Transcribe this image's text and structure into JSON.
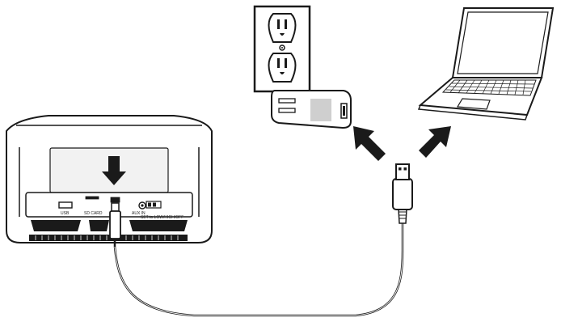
{
  "speaker": {
    "port_labels": {
      "usb": "USB",
      "sd_card": "SD CARD",
      "aux_in": "AUX IN",
      "mode": "SET to LOW/HIGH/OFF"
    }
  },
  "arrows": {
    "insert": "down",
    "to_wall_adapter": "up-left",
    "to_computer": "up-right"
  },
  "colors": {
    "line": "#1a1a1a",
    "fill_light": "#ffffff",
    "fill_gray": "#d9d9d9",
    "fill_dark": "#1a1a1a"
  }
}
